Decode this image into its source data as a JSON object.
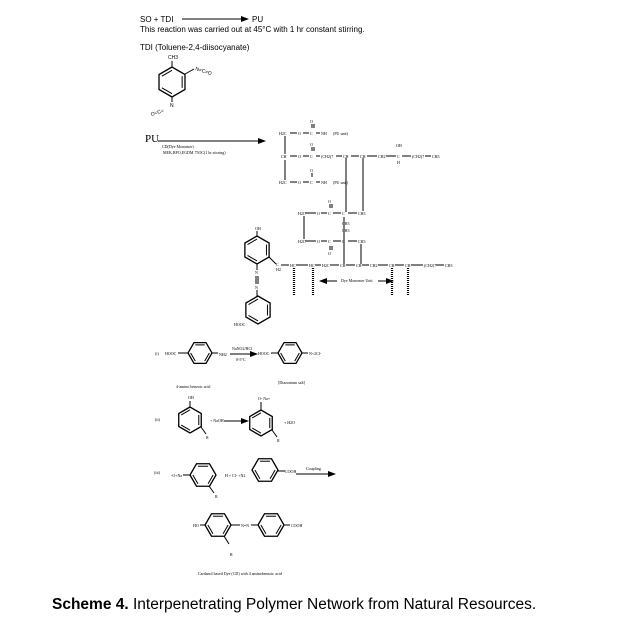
{
  "reaction1": {
    "equation_left": "SO + TDI",
    "equation_right": "PU",
    "condition": "This reaction was carried out at 45°C with 1 hr constant stirring.",
    "tdi_label": "TDI (Toluene-2,4-diisocyanate)",
    "tdi_ch3": "CH3",
    "tdi_nco_upper": "N=C=O",
    "tdi_n_lower": "N",
    "tdi_oc_lower": "O=C="
  },
  "reaction2": {
    "reactant": "PU",
    "reagent_line1": "CD(Dye Monomer)",
    "reagent_line2": "MEK,BPO,EGDM  75OC(1 hr stirring)"
  },
  "polymer": {
    "row1": [
      "H2C",
      "O",
      "C",
      "O",
      "NH",
      "(PU unit)"
    ],
    "row2": [
      "CH",
      "O",
      "C",
      "O",
      "(CH2)7",
      "CH",
      "CH",
      "CH2",
      "C",
      "OH",
      "H",
      "(CH2)7",
      "CH3"
    ],
    "row3": [
      "H2C",
      "O",
      "C",
      "O",
      "NH",
      "(PU unit)"
    ],
    "row4": [
      "H2C",
      "O",
      "C",
      "O",
      "C",
      "CH3",
      "CH3"
    ],
    "row5": [
      "H2C",
      "O",
      "C",
      "O",
      "C",
      "CH3",
      "CH3"
    ],
    "chain": [
      "C",
      "H2",
      "HC",
      "HC",
      "H2C",
      "CH",
      "CH",
      "CH2",
      "CH",
      "CH",
      "(CH2)7",
      "CH3"
    ],
    "dye_oh": "OH",
    "dye_n1": "N",
    "dye_n2": "N",
    "dye_hooc": "HOOC",
    "dye_monomer_unit": "Dye Monomer Unit"
  },
  "scheme_i": {
    "label": "(i)",
    "hooc_left": "HOOC",
    "nh2": "NH2",
    "reagent_top": "NaNO2/HCl",
    "reagent_bottom": "0-5°C",
    "hooc_right": "HOOC",
    "n2cl": "N+2Cl-",
    "name_left": "4-amino benzoic acid",
    "name_right": "[Diazonium salt]"
  },
  "scheme_ii": {
    "label": "(ii)",
    "oh": "OH",
    "r_left": "R",
    "plus_naoh": "+ NaOH",
    "ona": "O- Na+",
    "r_right": "R",
    "plus_h2o": "+ H2O"
  },
  "scheme_iii": {
    "label": "(iii)",
    "ona": "-O+Na",
    "r": "R",
    "h_plus": "H + Cl- +N2",
    "cooh": "COOH",
    "coupling": "Coupling",
    "product_ho": "HO",
    "product_nn": "N=N",
    "product_cooh": "COOH",
    "product_r": "R",
    "product_name": "Cardanol based Dye (CD) with 4 aminobenzoic acid"
  },
  "caption": {
    "label": "Scheme 4.",
    "text": " Interpenetrating Polymer Network from Natural Resources."
  }
}
